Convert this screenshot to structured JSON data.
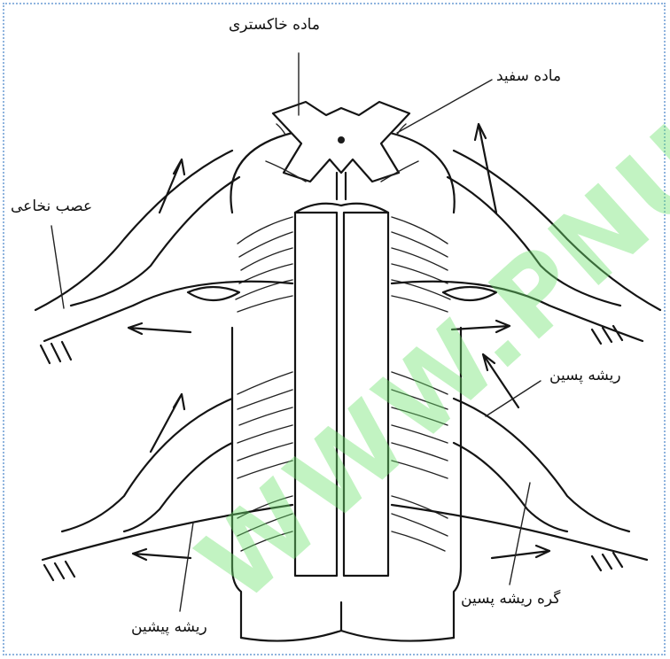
{
  "labels": {
    "gray_matter": "ماده خاکستری",
    "white_matter": "ماده سفید",
    "spinal_nerve": "عصب نخاعی",
    "dorsal_root": "ریشه پسین",
    "dorsal_root_ganglion": "گره ریشه پسین",
    "ventral_root": "ریشه پیشین"
  },
  "watermark": "WWW.PNU",
  "colors": {
    "ink": "#141414",
    "watermark": "#6fe36f",
    "frame": "#8fb4de"
  }
}
